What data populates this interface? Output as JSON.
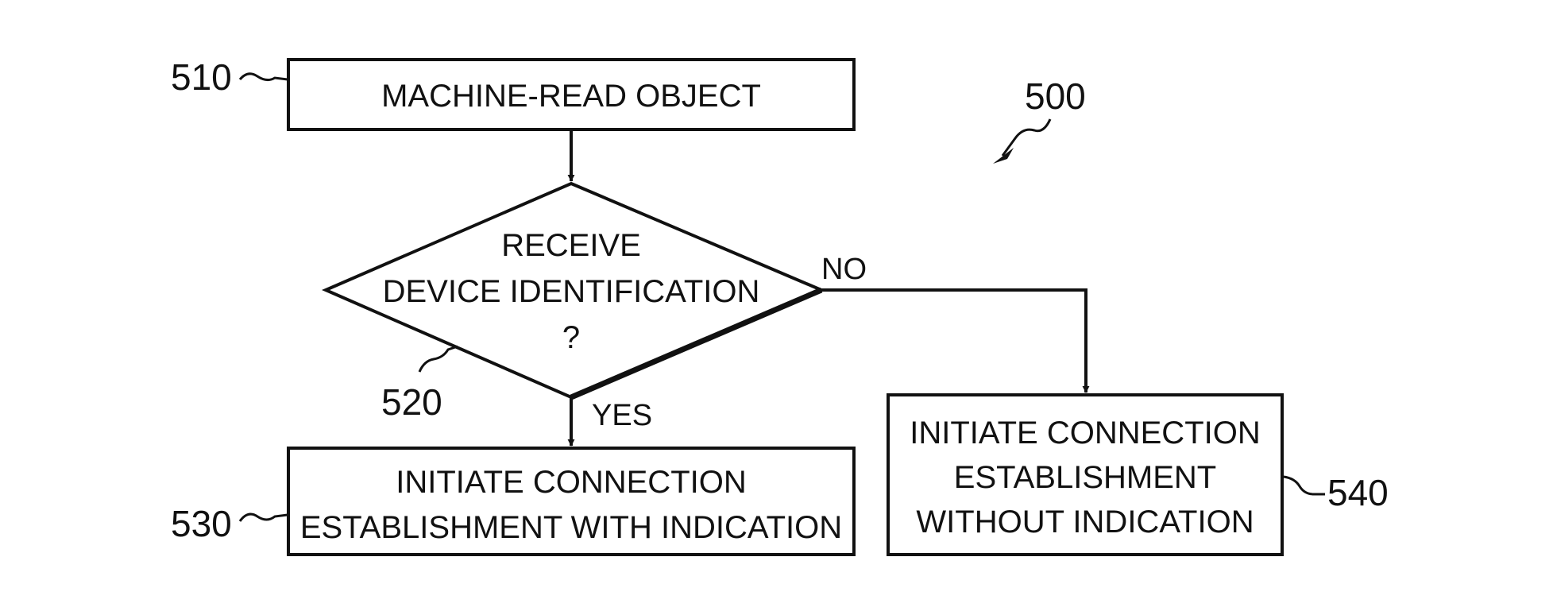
{
  "figure_number": "500",
  "steps": {
    "machine_read": {
      "ref": "510",
      "lines": [
        "MACHINE-READ OBJECT"
      ]
    },
    "decision": {
      "ref": "520",
      "lines": [
        "RECEIVE",
        "DEVICE IDENTIFICATION",
        "?"
      ],
      "yes_label": "YES",
      "no_label": "NO"
    },
    "with_indication": {
      "ref": "530",
      "lines": [
        "INITIATE CONNECTION",
        "ESTABLISHMENT WITH INDICATION"
      ]
    },
    "without_indication": {
      "ref": "540",
      "lines": [
        "INITIATE CONNECTION",
        "ESTABLISHMENT",
        "WITHOUT INDICATION"
      ]
    }
  },
  "colors": {
    "stroke": "#111111",
    "background": "#ffffff"
  }
}
